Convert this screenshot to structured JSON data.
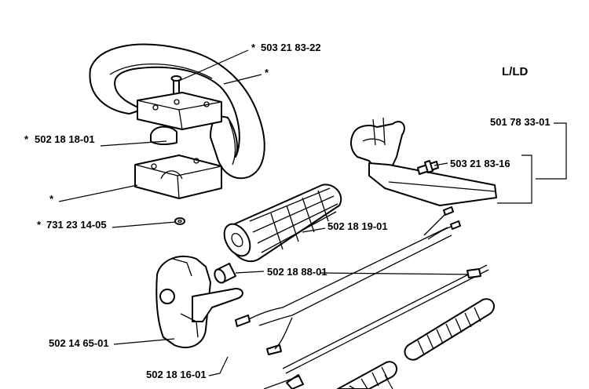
{
  "header": {
    "model": "L/LD"
  },
  "callouts": {
    "handle_bolt": "503 21 83-22",
    "handle_loop": "*",
    "upper_clamp": "502 18 18-01",
    "lower_clamp": "*",
    "washer": "731 23 14-05",
    "grip": "502 18 19-01",
    "spacer": "502 18 88-01",
    "throttle_housing": "502 14 65-01",
    "cable": "502 18 16-01",
    "bracket": "501 78 33-01",
    "bracket_screw": "503 21 83-16"
  },
  "prefixes": {
    "handle_bolt": "*",
    "upper_clamp": "*",
    "washer": "*"
  },
  "colors": {
    "ink": "#000000",
    "paper": "#ffffff"
  }
}
